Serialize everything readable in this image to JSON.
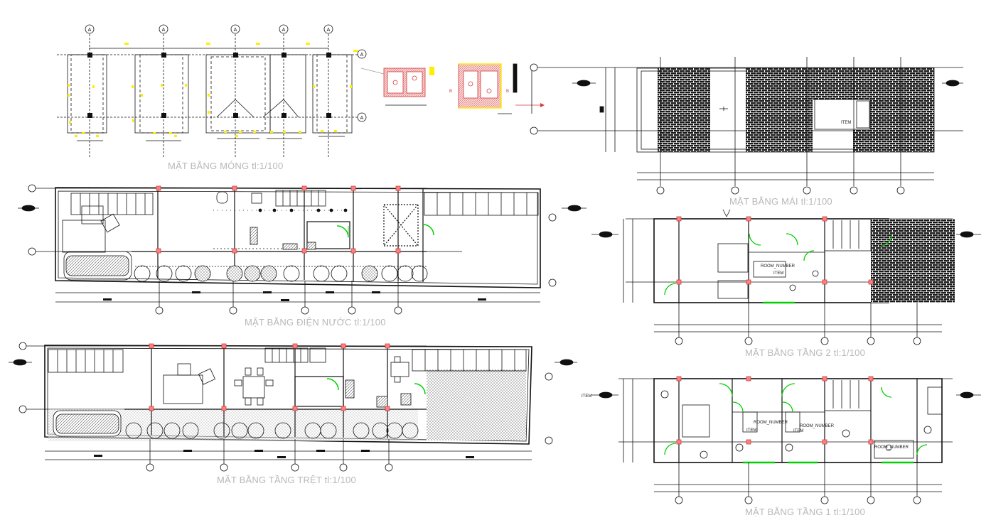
{
  "captions": {
    "foundation": "MẶT BẰNG MÓNG tl:1/100",
    "roof": "MẶT BẰNG MÁI tl:1/100",
    "utilities": "MẶT BẰNG ĐIỆN NƯỚC tl:1/100",
    "floor2": "MẶT BẰNG TẦNG 2 tl:1/100",
    "ground": "MẶT BẰNG TẦNG TRỆT tl:1/100",
    "floor1": "MẶT BẰNG TẦNG 1 tl:1/100"
  },
  "axis_letter": "A",
  "room_tags": {
    "item": "ITEM",
    "room_number": "ROOM_NUMBER"
  },
  "colors": {
    "line": "#111111",
    "grid": "#222222",
    "yellow_marks": "#ffee00",
    "red_marks": "#e23030",
    "door_green": "#00d000",
    "caption_grey": "#b8b8b8"
  }
}
